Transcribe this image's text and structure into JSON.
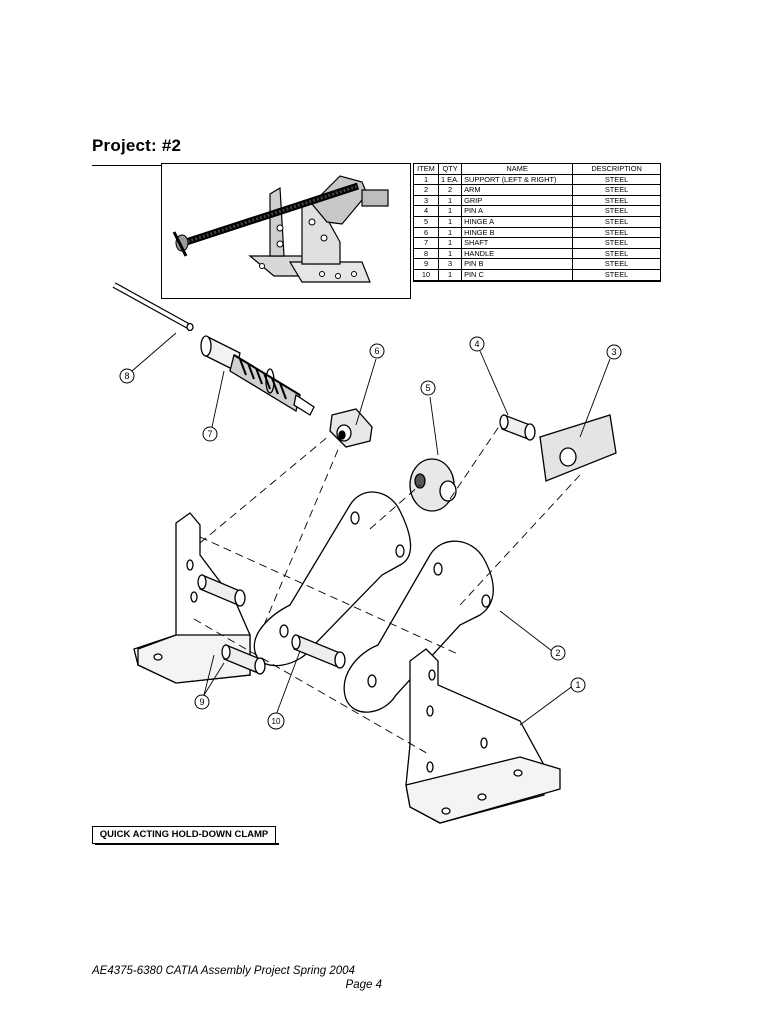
{
  "project_title": "Project:  #2",
  "bom": {
    "headers": [
      "ITEM",
      "QTY",
      "NAME",
      "DESCRIPTION"
    ],
    "rows": [
      [
        "1",
        "1 EA.",
        "SUPPORT (LEFT & RIGHT)",
        "STEEL"
      ],
      [
        "2",
        "2",
        "ARM",
        "STEEL"
      ],
      [
        "3",
        "1",
        "GRIP",
        "STEEL"
      ],
      [
        "4",
        "1",
        "PIN A",
        "STEEL"
      ],
      [
        "5",
        "1",
        "HINGE A",
        "STEEL"
      ],
      [
        "6",
        "1",
        "HINGE B",
        "STEEL"
      ],
      [
        "7",
        "1",
        "SHAFT",
        "STEEL"
      ],
      [
        "8",
        "1",
        "HANDLE",
        "STEEL"
      ],
      [
        "9",
        "3",
        "PIN B",
        "STEEL"
      ],
      [
        "10",
        "1",
        "PIN C",
        "STEEL"
      ]
    ]
  },
  "callouts": [
    "1",
    "2",
    "3",
    "4",
    "5",
    "6",
    "7",
    "8",
    "9",
    "10"
  ],
  "caption": "QUICK ACTING HOLD-DOWN CLAMP",
  "footer": {
    "line1": "AE4375-6380 CATIA Assembly Project Spring 2004",
    "line2": "Page 4"
  }
}
